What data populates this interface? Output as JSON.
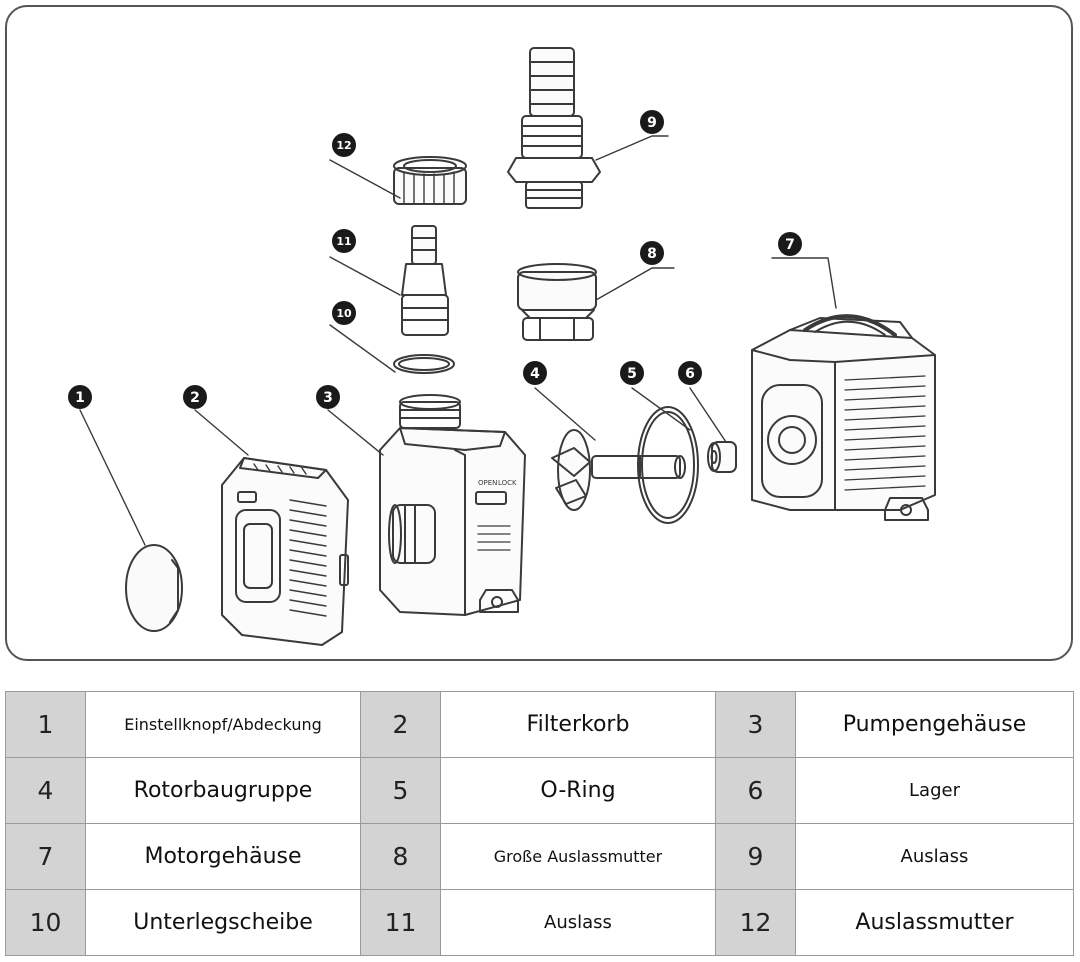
{
  "callouts": [
    "1",
    "2",
    "3",
    "4",
    "5",
    "6",
    "7",
    "8",
    "9",
    "10",
    "11",
    "12"
  ],
  "parts": [
    {
      "number": "1",
      "name": "Einstellknopf/Abdeckung"
    },
    {
      "number": "2",
      "name": "Filterkorb"
    },
    {
      "number": "3",
      "name": "Pumpengehäuse"
    },
    {
      "number": "4",
      "name": "Rotorbaugruppe"
    },
    {
      "number": "5",
      "name": "O-Ring"
    },
    {
      "number": "6",
      "name": "Lager"
    },
    {
      "number": "7",
      "name": "Motorgehäuse"
    },
    {
      "number": "8",
      "name": "Große Auslassmutter"
    },
    {
      "number": "9",
      "name": "Auslass"
    },
    {
      "number": "10",
      "name": "Unterlegscheibe"
    },
    {
      "number": "11",
      "name": "Auslass"
    },
    {
      "number": "12",
      "name": "Auslassmutter"
    }
  ],
  "housing_switch": {
    "open": "OPEN",
    "lock": "LOCK"
  },
  "colors": {
    "line": "#3a3a3a",
    "callout": "#1a1a1a",
    "number_cell": "#d3d3d3",
    "border": "#9a9a9a"
  }
}
